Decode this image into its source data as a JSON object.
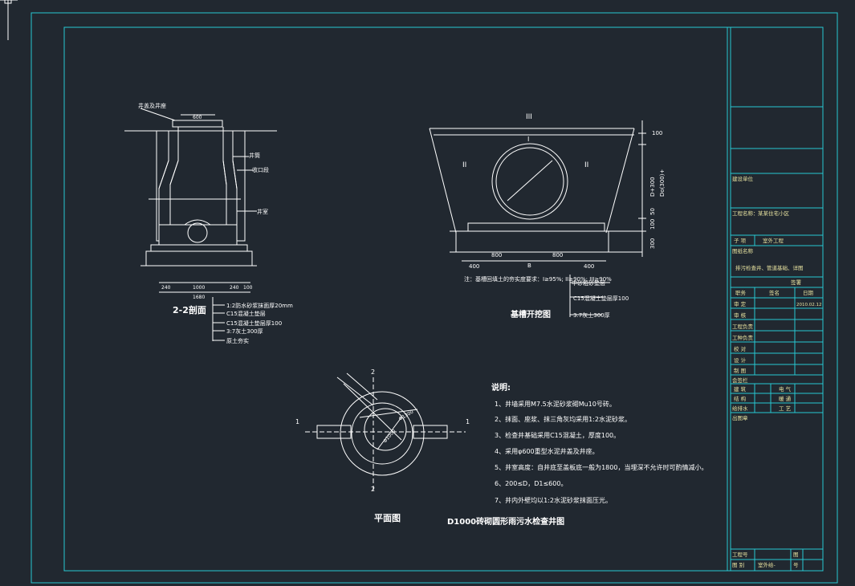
{
  "drawing": {
    "title": "D1000砖砌圆形雨污水检查井图",
    "plan_title": "平面图",
    "section_title": "2-2剖面",
    "trench_title": "基槽开挖图"
  },
  "section": {
    "labels": [
      "井盖及井座",
      "井筒",
      "收口段",
      "井室"
    ],
    "dims": [
      "600",
      "240",
      "1000",
      "240",
      "100",
      "1680"
    ],
    "layers": [
      "1:2防水砂浆抹面厚20mm",
      "C15混凝土垫层",
      "C15混凝土垫层厚100",
      "3:7灰土300厚",
      "原土夯实"
    ]
  },
  "trench": {
    "zones": [
      "III",
      "II",
      "II",
      "I"
    ],
    "dims_bottom": [
      "400",
      "800",
      "B",
      "800",
      "400"
    ],
    "dims_side": [
      "100",
      "D+300",
      "Do(300)+",
      "50",
      "100",
      "300"
    ],
    "note": "注：基槽回填土的夯实度要求：I≥95%; II≥90%; III≥90%",
    "layers": [
      "中砂粗砂垫层",
      "C15混凝土垫层厚100",
      "3:7灰土300厚"
    ]
  },
  "plan": {
    "cut_labels": [
      "2",
      "1",
      "1",
      "2"
    ],
    "dims": [
      "Φ1300",
      "Φ1000"
    ]
  },
  "notes": {
    "heading": "说明:",
    "items": [
      "1、井墙采用M7.5水泥砂浆砌Mu10号砖。",
      "2、抹面、座浆、抹三角灰均采用1:2水泥砂浆。",
      "3、检查井基础采用C15混凝土，厚度100。",
      "4、采用φ600重型水泥井盖及井座。",
      "5、井室高度：自井底至盖板底一般为1800，当埋深不允许时可酌情减小。",
      "6、200≤D，D1≤600。",
      "7、井内外壁均以1:2水泥砂浆抹面压光。"
    ]
  },
  "title_block": {
    "design_unit": "建设单位",
    "project_name_label": "工程名称：",
    "project_name": "某某住宅小区",
    "specialty_label": "子  项",
    "specialty": "室外工程",
    "drawing_name_label": "图纸名称",
    "drawing_name": "排污检查井、管道基础、详图",
    "signature_header": "签署",
    "sig_cols": [
      "职务",
      "签名",
      "日期"
    ],
    "date": "2010.02.12",
    "roles": [
      "审  定",
      "审  核",
      "工程负责",
      "工种负责",
      "校  对",
      "设  计",
      "制  图"
    ],
    "countersign": "会签栏",
    "cs_rows": [
      [
        "建  筑",
        "电  气"
      ],
      [
        "结  构",
        "暖  通"
      ],
      [
        "给排水",
        "工  艺"
      ]
    ],
    "stamp": "出图章",
    "bottom": [
      "工程号",
      "图  别",
      "图",
      "号"
    ],
    "bottom_value": "室外给-"
  },
  "colors": {
    "background": "#212830",
    "frame": "#28c8d2",
    "lines": "#ffffff",
    "text_yellow": "#e8e3a0"
  }
}
